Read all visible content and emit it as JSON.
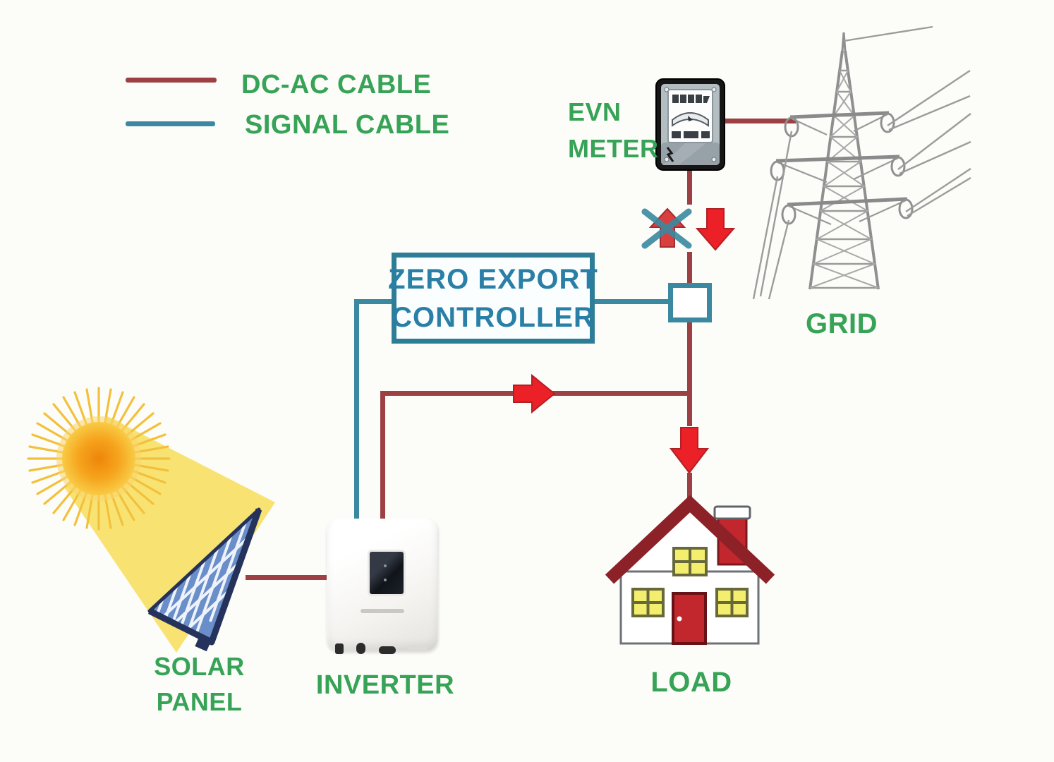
{
  "legend": {
    "items": [
      {
        "label": "DC-AC CABLE",
        "color": "#9d4044"
      },
      {
        "label": "SIGNAL CABLE",
        "color": "#3a89a0"
      }
    ]
  },
  "nodes": {
    "evn_meter": {
      "line1": "EVN",
      "line2": "METER"
    },
    "grid": {
      "label": "GRID"
    },
    "controller": {
      "line1": "ZERO EXPORT",
      "line2": "CONTROLLER"
    },
    "solar_panel": {
      "line1": "SOLAR",
      "line2": "PANEL"
    },
    "inverter": {
      "label": "INVERTER"
    },
    "load": {
      "label": "LOAD"
    }
  },
  "colors": {
    "cable_red": "#9d4044",
    "cable_teal": "#3a89a0",
    "label_green": "#36a356",
    "controller_teal": "#2a7fa6",
    "arrow_red": "#ec2027",
    "blocked_red": "#d84040",
    "sun_orange": "#ef8a0a",
    "panel_blue": "#6a8ec9",
    "roof_red": "#8c2127",
    "window_yellow": "#f4ee6f"
  }
}
